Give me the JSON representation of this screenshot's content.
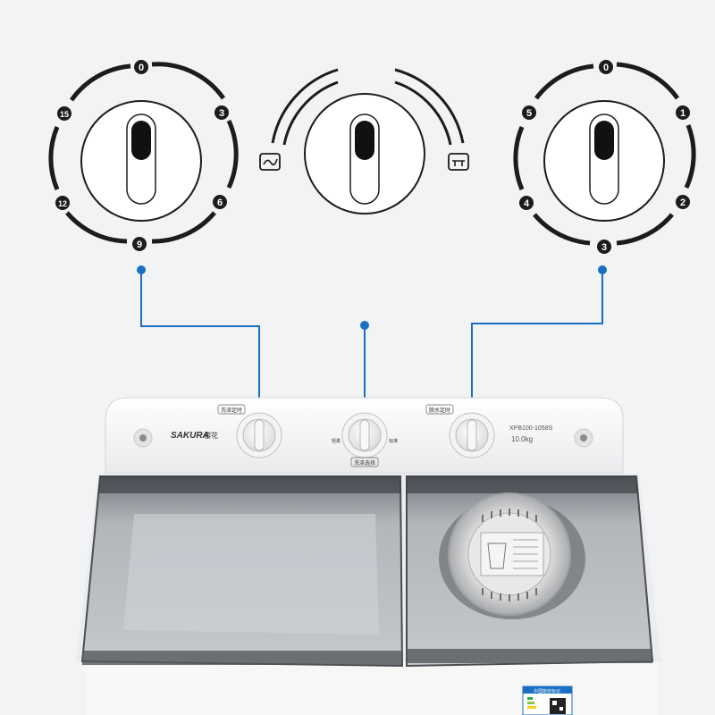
{
  "colors": {
    "background": "#f2f3f5",
    "connector_line": "#1a6fc4",
    "dial_ring": "#1c1c1c",
    "lid_tint": "#8a8f95",
    "body": "#ffffff"
  },
  "left_dial": {
    "icon": "wash-timer-dial",
    "ticks": [
      "0",
      "3",
      "6",
      "9",
      "12",
      "15"
    ]
  },
  "center_dial": {
    "icon": "wash-mode-selector",
    "left_symbol": "gentle-wash-icon",
    "right_symbol": "standard-wash-icon"
  },
  "right_dial": {
    "icon": "spin-timer-dial",
    "ticks": [
      "0",
      "1",
      "2",
      "3",
      "4",
      "5"
    ]
  },
  "machine": {
    "brand": "SAKURA",
    "brand_cn": "樱花",
    "model": "XPB100-1058S",
    "capacity": "10.0kg",
    "left_knob_label": "洗涤定时",
    "center_knob_label": "洗涤选择",
    "right_knob_label": "脱水定时",
    "center_knob_left": "轻柔",
    "center_knob_right": "标准",
    "energy_label_text": "中国能效标识"
  }
}
